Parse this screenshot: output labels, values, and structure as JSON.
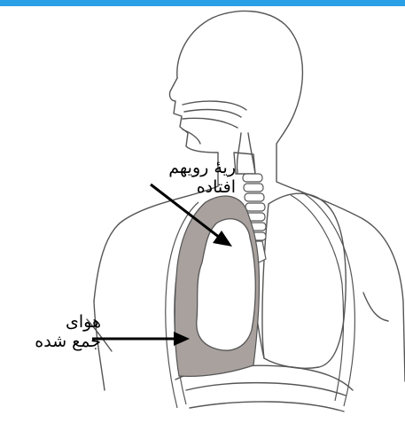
{
  "colors": {
    "top_bar": "#2aa0e6",
    "outline": "#555555",
    "collapsed_lung_fill": "#c4c0be",
    "pleural_air_fill": "#a8a19e",
    "arrow": "#000000",
    "background": "#ffffff"
  },
  "labels": {
    "collapsed_lung": {
      "line1": "ریهٔ رویهم",
      "line2": "افتاده"
    },
    "pleural_air": {
      "line1": "هوای",
      "line2": "جمع شده"
    }
  }
}
